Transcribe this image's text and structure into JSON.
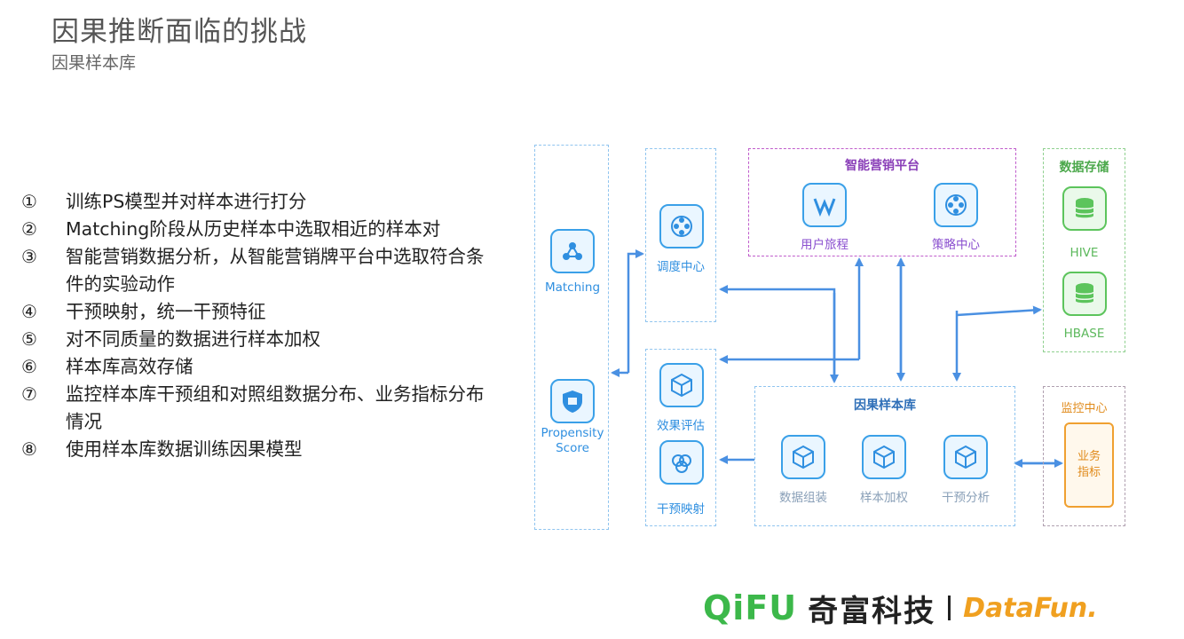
{
  "title": "因果推断面临的挑战",
  "subtitle": "因果样本库",
  "steps": [
    {
      "num": "①",
      "text": "训练PS模型并对样本进行打分"
    },
    {
      "num": "②",
      "text": "Matching阶段从历史样本中选取相近的样本对"
    },
    {
      "num": "③",
      "text": "智能营销数据分析，从智能营销牌平台中选取符合条件的实验动作"
    },
    {
      "num": "④",
      "text": "干预映射，统一干预特征"
    },
    {
      "num": "⑤",
      "text": "对不同质量的数据进行样本加权"
    },
    {
      "num": "⑥",
      "text": "样本库高效存储"
    },
    {
      "num": "⑦",
      "text": "监控样本库干预组和对照组数据分布、业务指标分布情况"
    },
    {
      "num": "⑧",
      "text": "使用样本库数据训练因果模型"
    }
  ],
  "diagram": {
    "left_col": {
      "matching": "Matching",
      "propensity": "Propensity Score"
    },
    "mid_col_top": {
      "schedule": "调度中心"
    },
    "mid_col_bottom": {
      "eval": "效果评估",
      "mapping": "干预映射"
    },
    "marketing": {
      "title": "智能营销平台",
      "journey": "用户旅程",
      "strategy": "策略中心"
    },
    "storage": {
      "title": "数据存储",
      "hive": "HIVE",
      "hbase": "HBASE"
    },
    "sample_lib": {
      "title": "因果样本库",
      "assemble": "数据组装",
      "weight": "样本加权",
      "analysis": "干预分析"
    },
    "monitor": {
      "title": "监控中心",
      "biz": "业务指标"
    }
  },
  "logo": {
    "qifu": "QiFU",
    "qifu_cn": "奇富科技",
    "datafun": "DataFun."
  },
  "colors": {
    "blue": "#2f8fe0",
    "purple": "#8a3fb8",
    "green": "#4ba84b",
    "orange": "#e08a1a",
    "arrow": "#4a90e2"
  }
}
